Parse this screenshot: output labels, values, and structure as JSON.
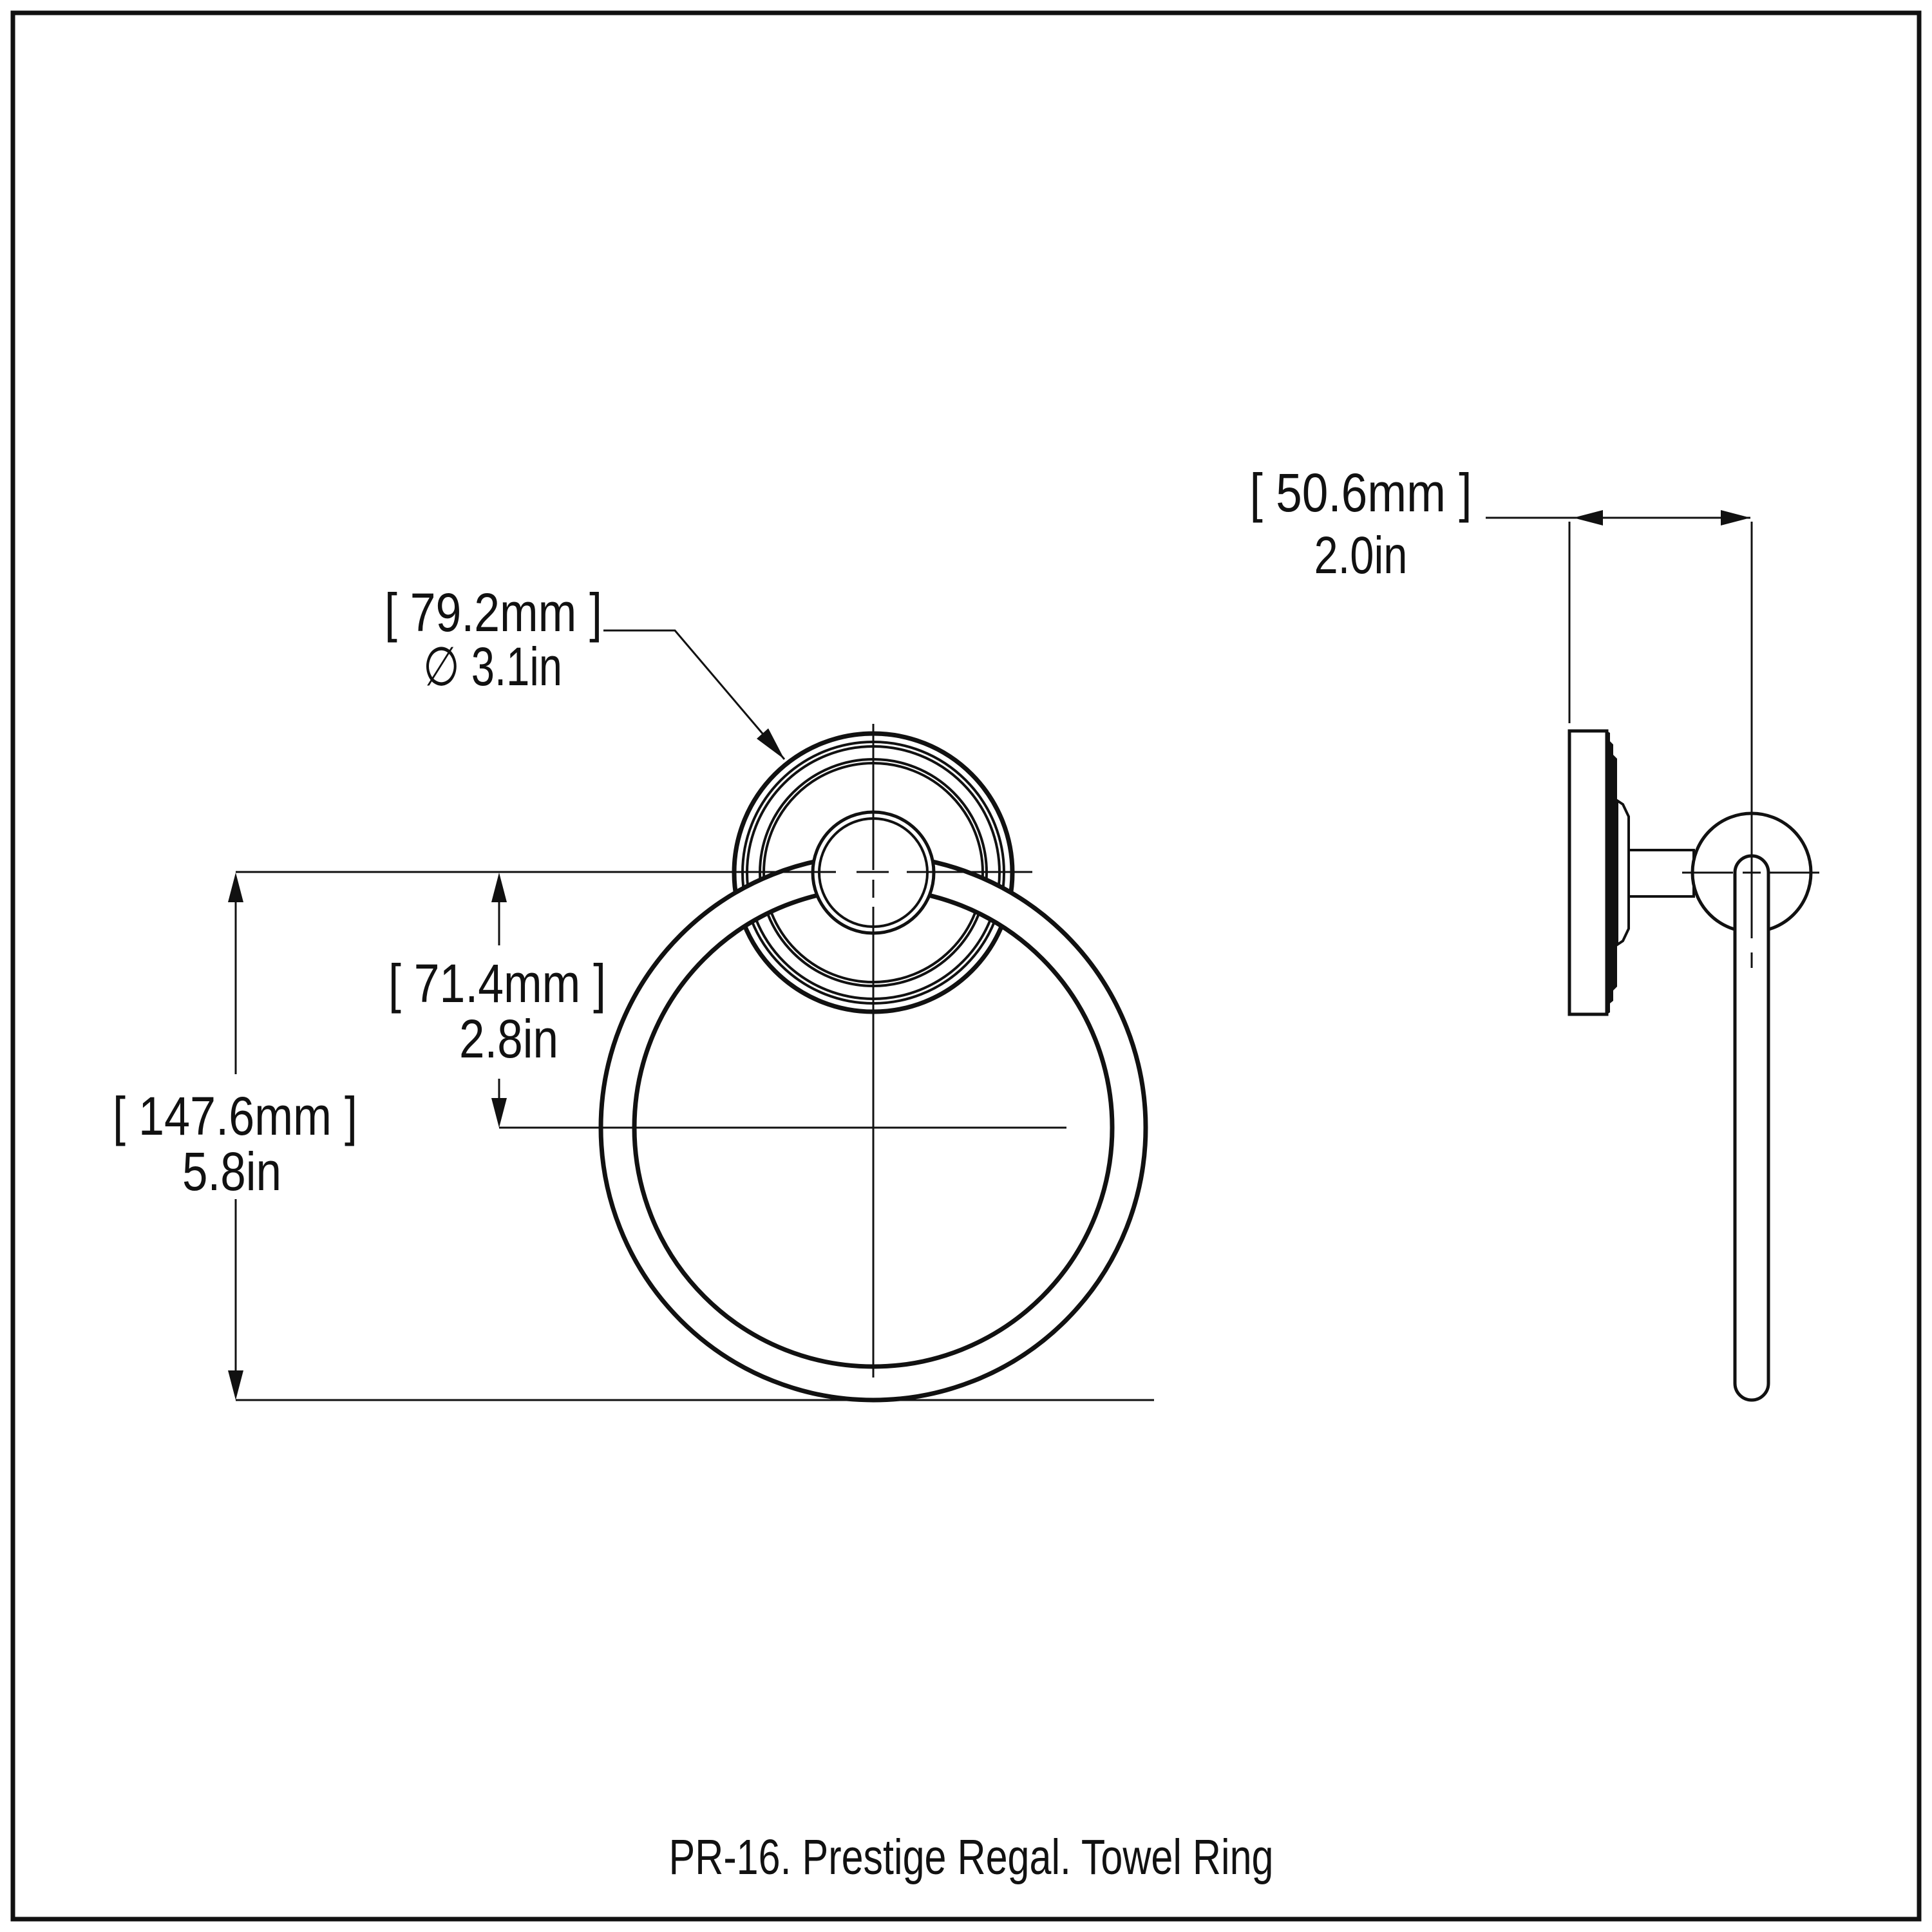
{
  "page": {
    "background_color": "#ffffff",
    "ink_color": "#111111",
    "border_color": "#111111"
  },
  "caption": "PR-16. Prestige Regal. Towel Ring",
  "front_view": {
    "plate_diameter": {
      "mm": "[ 79.2mm ]",
      "inches": "∅ 3.1in"
    },
    "ring_center_drop": {
      "mm": "[ 71.4mm ]",
      "inches": "2.8in"
    },
    "overall_height": {
      "mm": "[ 147.6mm ]",
      "inches": "5.8in"
    }
  },
  "side_view": {
    "projection_depth": {
      "mm": "[ 50.6mm ]",
      "inches": "2.0in"
    }
  }
}
